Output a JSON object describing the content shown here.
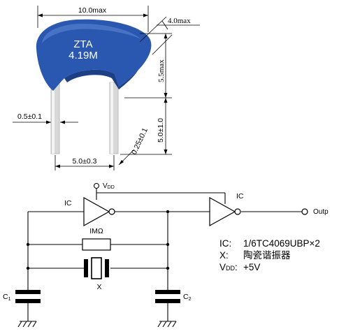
{
  "component": {
    "marking_line1": "ZTA",
    "marking_line2": "4.19M",
    "dimensions": {
      "width": "10.0max",
      "depth": "4.0max",
      "height": "5.5max",
      "lead_diameter": "0.5±0.1",
      "lead_length": "5.0±1.0",
      "lead_pitch": "5.0±0.3",
      "lead_tolerance": "0.25±0.1"
    }
  },
  "circuit": {
    "vdd_label": "V",
    "vdd_sub": "DD",
    "ic1_label": "IC",
    "ic2_label": "IC",
    "output_label": "Outp",
    "resistor_label": "IMΩ",
    "crystal_label": "X",
    "c1_label": "C",
    "c1_sub": "1",
    "c2_label": "C",
    "c2_sub": "2"
  },
  "legend": {
    "ic_key": "IC:",
    "ic_value": "1/6TC4069UBP×2",
    "x_key": "X:",
    "x_value": "陶瓷谐振器",
    "vdd_key": "V",
    "vdd_key_sub": "DD",
    "vdd_key_suffix": ":",
    "vdd_value": "+5V"
  }
}
